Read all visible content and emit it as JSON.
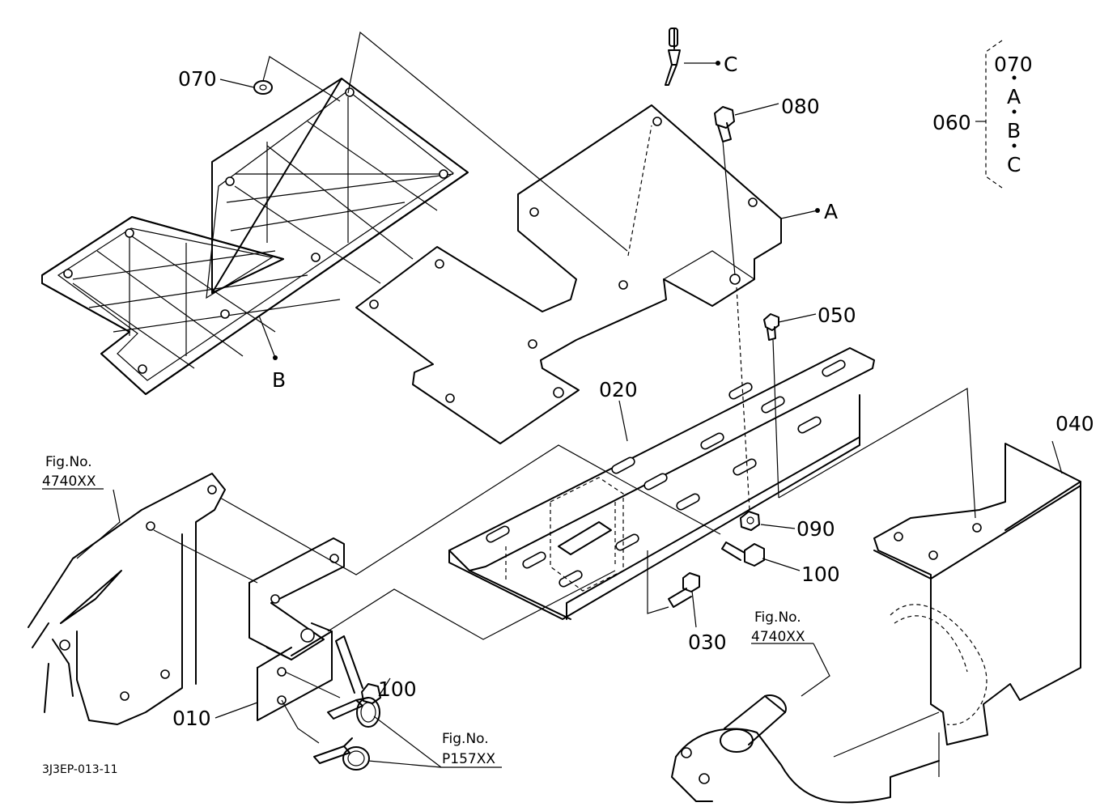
{
  "labels": {
    "p010": "010",
    "p020": "020",
    "p030": "030",
    "p040": "040",
    "p050": "050",
    "p060": "060",
    "p070": "070",
    "p080": "080",
    "p090": "090",
    "p100a": "100",
    "p100b": "100",
    "refA": "A",
    "refB": "B",
    "refC": "C"
  },
  "kit_legend": {
    "item1": "070",
    "item2": "A",
    "item3": "B",
    "item4": "C"
  },
  "figure_refs": {
    "left_label": "Fig.No.",
    "left_number": "4740XX",
    "right_label": "Fig.No.",
    "right_number": "4740XX",
    "bottom_label": "Fig.No.",
    "bottom_number": "P157XX"
  },
  "drawing_code": "3J3EP-013-11"
}
